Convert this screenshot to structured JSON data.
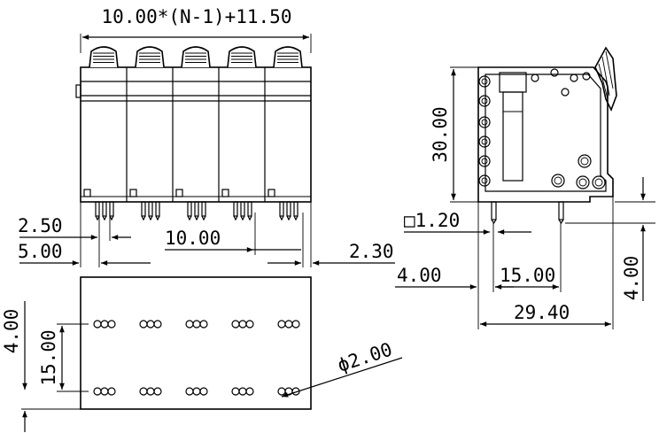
{
  "dimensions": {
    "overall_width": "10.00*(N-1)+11.50",
    "pin_spacing_small": "2.50",
    "edge_to_pin": "5.00",
    "pitch": "10.00",
    "right_offset": "2.30",
    "height": "30.00",
    "pin_square": "□1.20",
    "pin_length": "4.00",
    "side_front_offset": "4.00",
    "side_pin_spacing": "15.00",
    "side_depth": "29.40",
    "pcb_row_spacing": "15.00",
    "pcb_edge_offset": "4.00",
    "hole_diameter": "ϕ2.00"
  },
  "colors": {
    "line": "#000000",
    "background": "#ffffff"
  }
}
